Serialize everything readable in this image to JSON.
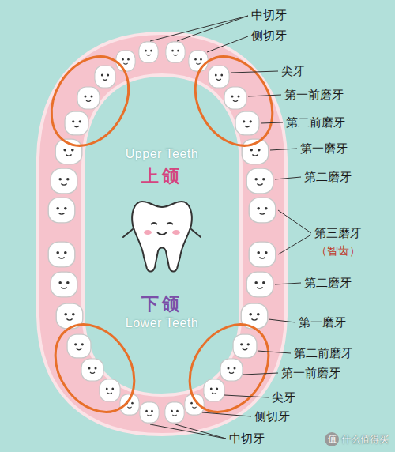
{
  "diagram": {
    "labels": [
      "中切牙",
      "侧切牙",
      "尖牙",
      "第一前磨牙",
      "第二前磨牙",
      "Upper Teeth",
      "上颌",
      "第一磨牙",
      "第二磨牙",
      "第三磨牙",
      "（智齿）",
      "第二磨牙",
      "第一磨牙",
      "下颌",
      "Lower Teeth",
      "第二前磨牙",
      "第一前磨牙",
      "尖牙",
      "侧切牙",
      "中切牙",
      "值",
      "什么值得买"
    ]
  }
}
